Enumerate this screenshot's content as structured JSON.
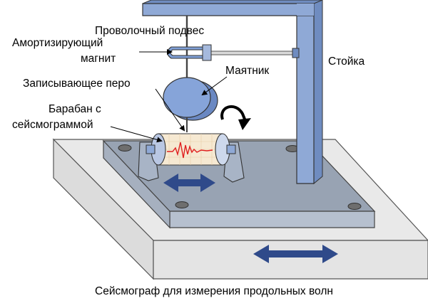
{
  "labels": {
    "wire_suspension": "Проволочный  подвес",
    "damping_magnet_line1": "Амортизирующий",
    "damping_magnet_line2": "магнит",
    "recording_pen": "Записывающее перо",
    "drum_line1": "Барабан с",
    "drum_line2": "сейсмограммой",
    "pendulum": "Маятник",
    "stand": "Стойка"
  },
  "caption": "Сейсмограф для измерения продольных волн",
  "colors": {
    "base_top": "#e9e9e9",
    "base_side": "#d0d0d0",
    "plate_top": "#98a3b3",
    "plate_side": "#aeb8c8",
    "stand_front": "#8fa9d6",
    "stand_side": "#6f8cc0",
    "pendulum": "#7f9fd6",
    "arrow": "#2f4a8a",
    "trace": "#e02020",
    "paper": "#f6e9d2"
  }
}
